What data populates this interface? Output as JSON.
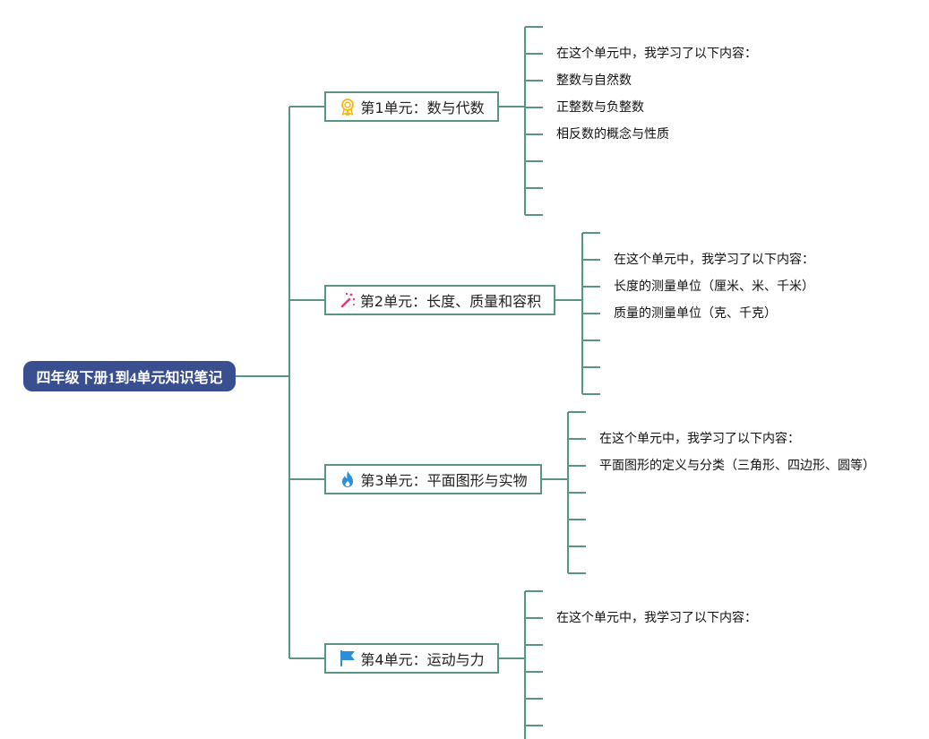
{
  "root": {
    "label": "四年级下册1到4单元知识笔记"
  },
  "units": [
    {
      "label": "第1单元：数与代数",
      "icon": "award-medal-icon",
      "icon_color": "#f2b90f",
      "items": [
        "在这个单元中，我学习了以下内容：",
        "整数与自然数",
        "正整数与负整数",
        "相反数的概念与性质",
        "",
        ""
      ]
    },
    {
      "label": "第2单元：长度、质量和容积",
      "icon": "magic-wand-icon",
      "icon_color": "#e8336d",
      "items": [
        "在这个单元中，我学习了以下内容：",
        "长度的测量单位（厘米、米、千米）",
        "质量的测量单位（克、千克）",
        "",
        ""
      ]
    },
    {
      "label": "第3单元：平面图形与实物",
      "icon": "flame-icon",
      "icon_color": "#2a8fd8",
      "items": [
        "在这个单元中，我学习了以下内容：",
        "平面图形的定义与分类（三角形、四边形、圆等）",
        "",
        "",
        ""
      ]
    },
    {
      "label": "第4单元：运动与力",
      "icon": "flag-icon",
      "icon_color": "#2a8fd8",
      "items": [
        "在这个单元中，我学习了以下内容：",
        "",
        "",
        "",
        "",
        ""
      ]
    }
  ],
  "colors": {
    "root_bg": "#3a4f8f",
    "line": "#5a9484"
  }
}
